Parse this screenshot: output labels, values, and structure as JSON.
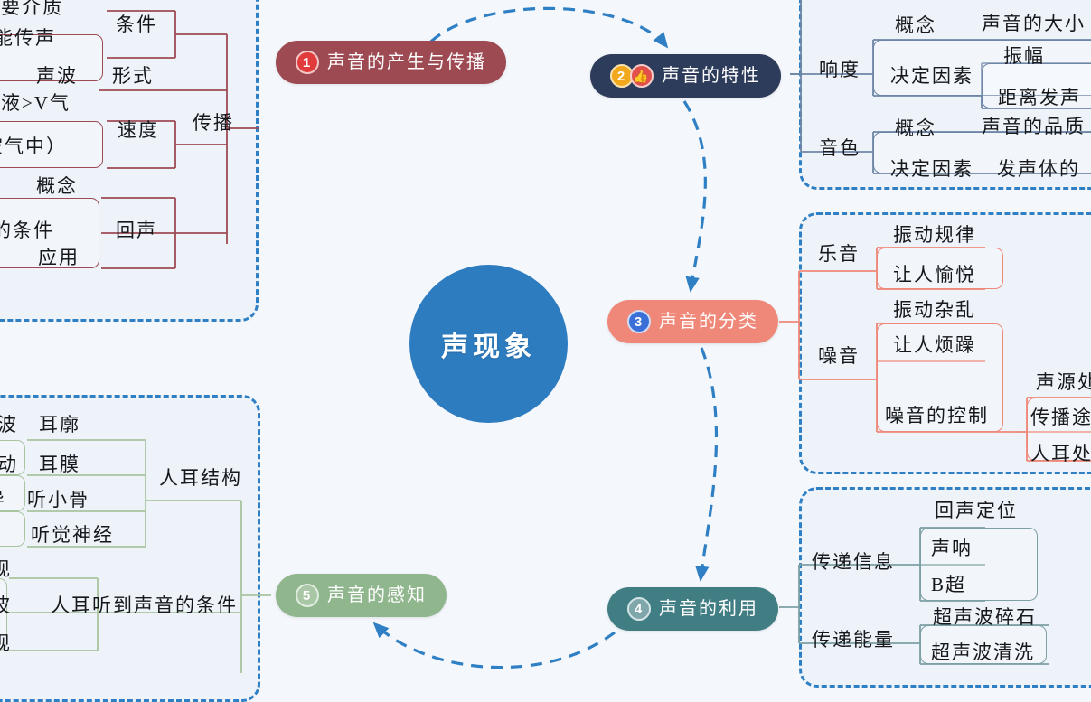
{
  "app": {
    "title": "声现象",
    "background_color": "#f4f7fb",
    "center_color": "#2d7cc0"
  },
  "center": {
    "label": "声现象"
  },
  "branches": [
    {
      "number": "1",
      "label": "声音的产生与传播",
      "color": "#9d4a53",
      "badge_color": "#e23b3b",
      "extra_badge": null
    },
    {
      "number": "2",
      "label": "声音的特性",
      "color": "#2e3c5c",
      "badge_color": "#f2a81d",
      "extra_badge": "👍"
    },
    {
      "number": "3",
      "label": "声音的分类",
      "color": "#ef8878",
      "badge_color": "#3a6fd8",
      "extra_badge": null
    },
    {
      "number": "4",
      "label": "声音的利用",
      "color": "#417e84",
      "badge_color": "#7fa7ab",
      "extra_badge": null
    },
    {
      "number": "5",
      "label": "声音的感知",
      "color": "#8fb68d",
      "badge_color": "#a9c7a7",
      "extra_badge": null
    }
  ],
  "top_left_branch": {
    "root": "传播",
    "items": [
      {
        "label": "条件",
        "children": [
          "需要介质",
          "不能传声"
        ]
      },
      {
        "label": "形式",
        "children": [
          "声波"
        ]
      },
      {
        "label": "速度",
        "children": [
          ">V液>V气",
          "空气中）"
        ]
      },
      {
        "label": "回声",
        "children": [
          "概念",
          "声的条件",
          "应用"
        ]
      }
    ]
  },
  "bottom_left_branch": {
    "items": [
      {
        "label": "人耳结构",
        "children": [
          "声波　耳廓",
          "振动　耳膜",
          "导　听小骨",
          "听觉神经"
        ]
      },
      {
        "label": "人耳听到声音的条件",
        "children": [
          "现",
          "波",
          "现"
        ]
      }
    ]
  },
  "top_right_branch": {
    "items": [
      {
        "label": "响度",
        "children": [
          {
            "label": "概念",
            "value": "声音的大小"
          },
          {
            "label": "决定因素",
            "value": [
              "振幅",
              "距离发声"
            ]
          }
        ]
      },
      {
        "label": "音色",
        "children": [
          {
            "label": "概念",
            "value": "声音的品质"
          },
          {
            "label": "决定因素",
            "value": [
              "发声体的"
            ]
          }
        ]
      }
    ]
  },
  "middle_right_branch": {
    "items": [
      {
        "label": "乐音",
        "children": [
          "振动规律",
          "让人愉悦"
        ]
      },
      {
        "label": "噪音",
        "children": [
          "振动杂乱",
          "让人烦躁"
        ],
        "sub": {
          "label": "噪音的控制",
          "children": [
            "声源处",
            "传播途",
            "人耳处"
          ]
        }
      }
    ]
  },
  "bottom_right_branch": {
    "items": [
      {
        "label": "传递信息",
        "children": [
          "回声定位",
          "声呐",
          "B超"
        ]
      },
      {
        "label": "传递能量",
        "children": [
          "超声波碎石",
          "超声波清洗"
        ]
      }
    ]
  },
  "flow_arrows": {
    "color": "#2e7fc4",
    "style": "dashed",
    "sequence": [
      "1",
      "2",
      "3",
      "4",
      "5"
    ]
  }
}
